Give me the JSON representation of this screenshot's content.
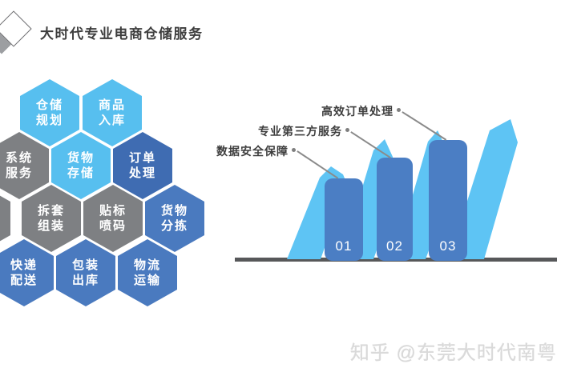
{
  "slide": {
    "title": "大时代专业电商仓储服务"
  },
  "hexgrid": {
    "items": [
      {
        "line1": "仓储",
        "line2": "规划",
        "variant": "light"
      },
      {
        "line1": "商品",
        "line2": "入库",
        "variant": "light"
      },
      {
        "line1": "系统",
        "line2": "服务",
        "variant": "gray"
      },
      {
        "line1": "货物",
        "line2": "存储",
        "variant": "light"
      },
      {
        "line1": "订单",
        "line2": "处理",
        "variant": "dark"
      },
      {
        "line1": "拆套",
        "line2": "组装",
        "variant": "gray"
      },
      {
        "line1": "贴标",
        "line2": "喷码",
        "variant": "gray"
      },
      {
        "line1": "货物",
        "line2": "分拣",
        "variant": "mid"
      },
      {
        "line1": "快递",
        "line2": "配送",
        "variant": "mid"
      },
      {
        "line1": "包装",
        "line2": "出库",
        "variant": "mid"
      },
      {
        "line1": "物流",
        "line2": "运输",
        "variant": "mid"
      }
    ]
  },
  "steps": {
    "items": [
      {
        "num": "01",
        "label": "数据安全保障"
      },
      {
        "num": "02",
        "label": "专业第三方服务"
      },
      {
        "num": "03",
        "label": "高效订单处理"
      }
    ]
  },
  "watermark": {
    "text": "知乎 @东莞大时代南粤"
  },
  "colors": {
    "light_blue": "#57bfef",
    "mid_blue": "#4a7abf",
    "dark_blue": "#3f6cb2",
    "gray": "#7e8083",
    "gray2": "#9c9ea1",
    "bar_blue": "#4b7ec4",
    "slash_blue": "#5ec4f4",
    "baseline": "#57585a",
    "ink": "#3d3d3d",
    "watermark_gray": "#d9d9d9"
  }
}
